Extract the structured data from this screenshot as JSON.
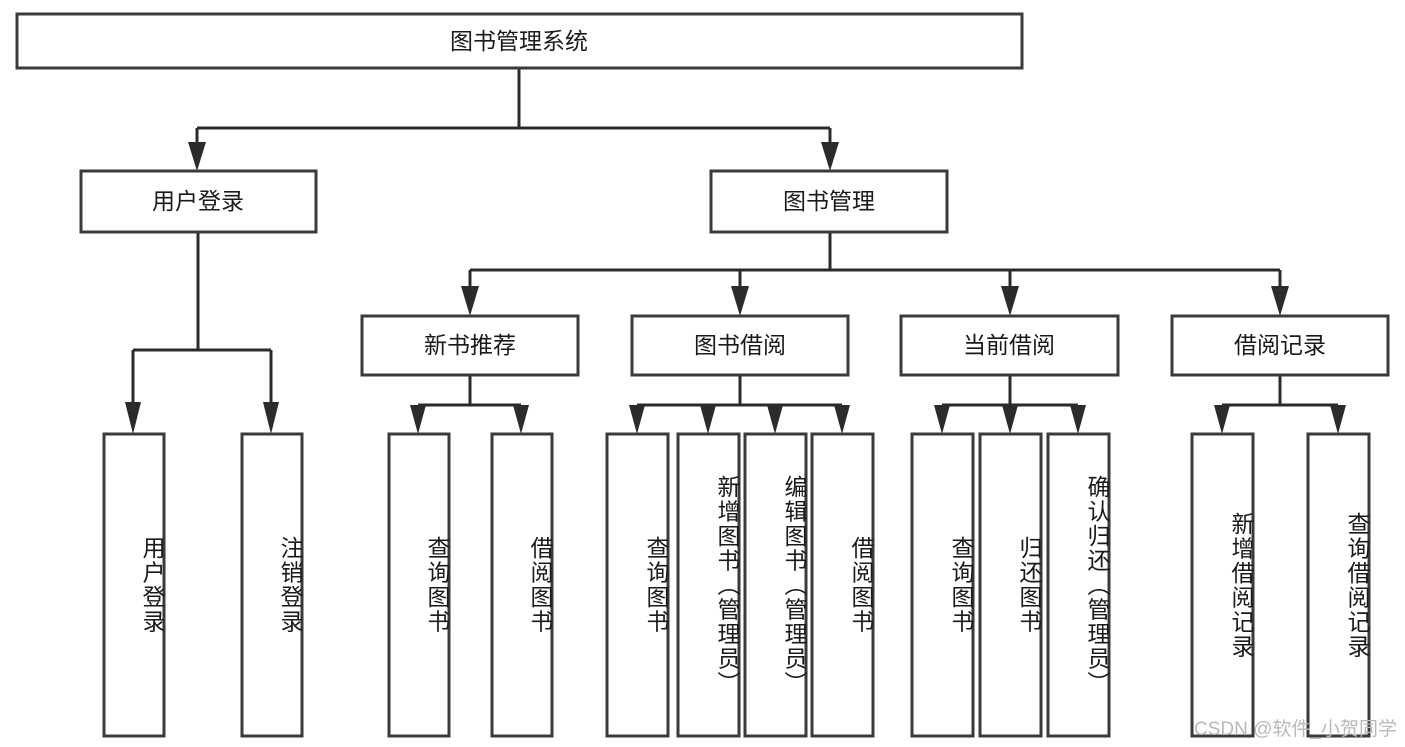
{
  "diagram": {
    "title": "图书管理系统",
    "type": "tree-hierarchy-functional-decomposition",
    "root": {
      "label": "图书管理系统",
      "orientation": "horizontal"
    },
    "level2": [
      {
        "label": "用户登录",
        "orientation": "horizontal"
      },
      {
        "label": "图书管理",
        "orientation": "horizontal"
      }
    ],
    "level3": [
      {
        "label": "新书推荐",
        "orientation": "horizontal"
      },
      {
        "label": "图书借阅",
        "orientation": "horizontal"
      },
      {
        "label": "当前借阅",
        "orientation": "horizontal"
      },
      {
        "label": "借阅记录",
        "orientation": "horizontal"
      }
    ],
    "leaves": {
      "user_login": [
        {
          "label": "用户登录",
          "orientation": "vertical"
        },
        {
          "label": "注销登录",
          "orientation": "vertical"
        }
      ],
      "new_book_recommend": [
        {
          "label": "查询图书",
          "orientation": "vertical"
        },
        {
          "label": "借阅图书",
          "orientation": "vertical"
        }
      ],
      "book_borrow": [
        {
          "label": "查询图书",
          "orientation": "vertical"
        },
        {
          "label": "新增图书（管理员）",
          "orientation": "vertical"
        },
        {
          "label": "编辑图书（管理员）",
          "orientation": "vertical"
        },
        {
          "label": "借阅图书",
          "orientation": "vertical"
        }
      ],
      "current_borrow": [
        {
          "label": "查询图书",
          "orientation": "vertical"
        },
        {
          "label": "归还图书",
          "orientation": "vertical"
        },
        {
          "label": "确认归还（管理员）",
          "orientation": "vertical"
        }
      ],
      "borrow_record": [
        {
          "label": "新增借阅记录",
          "orientation": "vertical"
        },
        {
          "label": "查询借阅记录",
          "orientation": "vertical"
        }
      ]
    },
    "watermark": "CSDN @软件_小贺同学",
    "colors": {
      "box_stroke": "#3a3a3a",
      "box_fill": "#ffffff",
      "connector": "#2b2b2b",
      "text": "#1a1a1a",
      "watermark": "#b9b9b9",
      "background": "#ffffff"
    }
  }
}
